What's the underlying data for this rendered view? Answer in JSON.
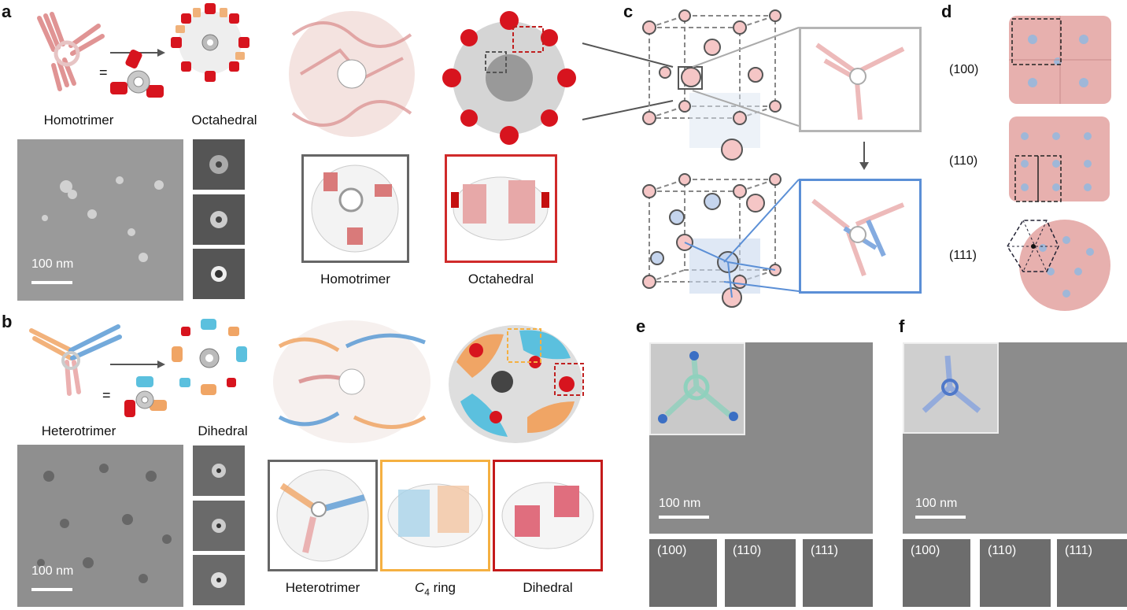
{
  "panel_letters": {
    "a": "a",
    "b": "b",
    "c": "c",
    "d": "d",
    "e": "e",
    "f": "f"
  },
  "panel_a": {
    "equals": "=",
    "caption_homotrimer": "Homotrimer",
    "caption_octahedral": "Octahedral",
    "scale_label": "100 nm",
    "box_caption_1": "Homotrimer",
    "box_caption_2": "Octahedral"
  },
  "panel_b": {
    "equals": "=",
    "caption_heterotrimer": "Heterotrimer",
    "caption_dihedral": "Dihedral",
    "scale_label": "100 nm",
    "box_caption_1": "Heterotrimer",
    "box_caption_2_main": "C",
    "box_caption_2_sub": "4",
    "box_caption_2_rest": " ring",
    "box_caption_3": "Dihedral"
  },
  "panel_d": {
    "labels": [
      "(100)",
      "(110)",
      "(111)"
    ]
  },
  "panel_e": {
    "scale_label": "100 nm",
    "fft_labels": [
      "(100)",
      "(110)",
      "(111)"
    ]
  },
  "panel_f": {
    "scale_label": "100 nm",
    "fft_labels": [
      "(100)",
      "(110)",
      "(111)"
    ]
  },
  "colors": {
    "pink": "#e8a3a3",
    "red": "#d7141e",
    "orange": "#f0a565",
    "blue": "#5b9bd5",
    "box_gray": "#666666",
    "box_red": "#d02a2a",
    "box_orange": "#f5b041",
    "box_blue": "#5b8fd6"
  }
}
